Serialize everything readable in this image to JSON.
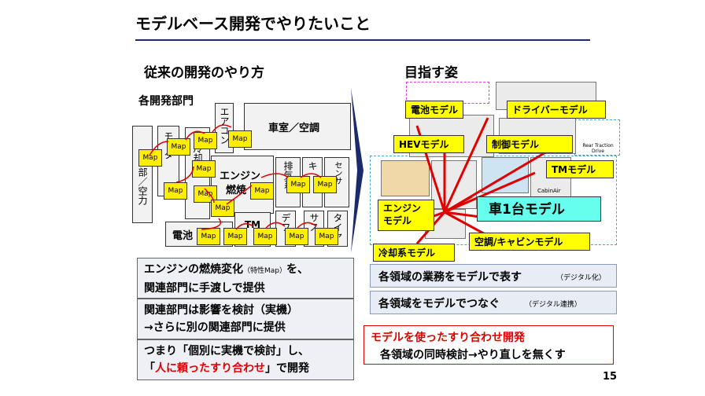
{
  "slide": {
    "title": "モデルベース開発でやりたいこと",
    "page_number": "15"
  },
  "left": {
    "heading": "従来の開発のやり方",
    "sub": "各開発部門",
    "boxes": {
      "cabin": "車室／空調",
      "aircon": "エアコン",
      "engine1": "エンジン",
      "engine2": "燃焼",
      "intake_exhaust": "排気系",
      "cooling": "冷却系",
      "sensor": "センサ",
      "battery": "電池",
      "tm": "TM",
      "body": "部／空力",
      "motor": "モータ",
      "diff": "デフ",
      "sus": "サス",
      "tire": "タイヤ",
      "ki": "キ"
    },
    "map_label": "Map",
    "notes": [
      {
        "text": "エンジンの燃焼変化",
        "small": "（特性Map）",
        "tail": "を、",
        "line2": "関連部門に手渡しで提供"
      },
      {
        "line1": "関連部門は影響を検討（実機）",
        "line2": "→さらに別の関連部門に提供"
      },
      {
        "line1": "つまり「個別に実機で検討」し、",
        "line2a": "「",
        "line2red": "人に頼ったすり合わせ",
        "line2b": "」で開発"
      }
    ]
  },
  "right": {
    "heading": "目指す姿",
    "models": {
      "battery": "電池モデル",
      "driver": "ドライバーモデル",
      "hev": "HEVモデル",
      "control": "制御モデル",
      "tm": "TMモデル",
      "engine": "エンジン\nモデル",
      "vehicle": "車1台モデル",
      "aircon": "空調/キャビンモデル",
      "cooling": "冷却系モデル"
    },
    "small_labels": {
      "rear": "Rear Traction Drive",
      "cabin": "CabinAir"
    },
    "bars": [
      {
        "text": "各領域の業務をモデルで表す",
        "small": "（デジタル化）"
      },
      {
        "text": "各領域をモデルでつなぐ",
        "small": "（デジタル連携）"
      }
    ],
    "bottom_note": {
      "line1": "モデルを使ったすり合わせ開発",
      "line2": "各領域の同時検討→やり直しを無くす"
    }
  },
  "colors": {
    "accent_red": "#e00000",
    "model_yellow": "#ffff00",
    "vehicle_cyan": "#66ffee",
    "arrow_navy": "#1a2a6c"
  }
}
